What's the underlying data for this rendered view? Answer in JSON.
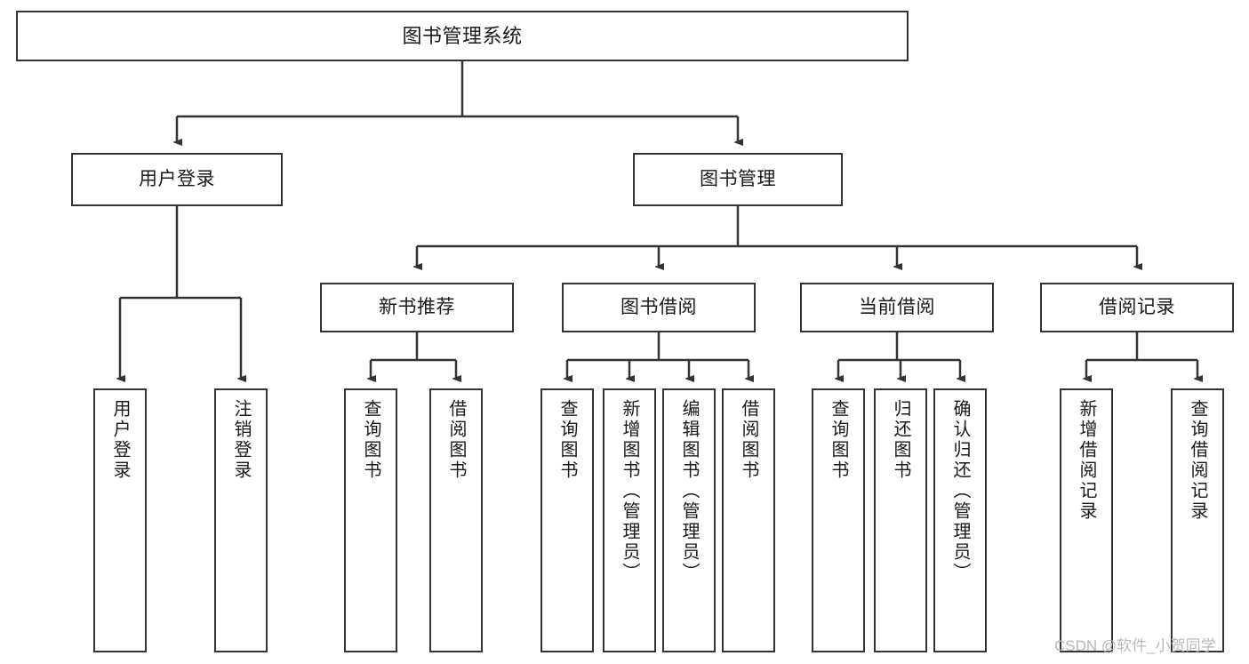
{
  "diagram": {
    "type": "tree",
    "title": "图书管理系统",
    "root": {
      "id": "root",
      "label": "图书管理系统"
    },
    "level2": [
      {
        "id": "user-login",
        "label": "用户登录"
      },
      {
        "id": "book-manage",
        "label": "图书管理"
      }
    ],
    "level3": [
      {
        "id": "new-book-recommend",
        "label": "新书推荐",
        "parent": "book-manage"
      },
      {
        "id": "book-borrow",
        "label": "图书借阅",
        "parent": "book-manage"
      },
      {
        "id": "current-borrow",
        "label": "当前借阅",
        "parent": "book-manage"
      },
      {
        "id": "borrow-record",
        "label": "借阅记录",
        "parent": "book-manage"
      }
    ],
    "leaves": [
      {
        "id": "leaf-user-login",
        "label": "用户登录",
        "parent": "user-login"
      },
      {
        "id": "leaf-logout-login",
        "label": "注销登录",
        "parent": "user-login"
      },
      {
        "id": "leaf-query-book-1",
        "label": "查询图书",
        "parent": "new-book-recommend"
      },
      {
        "id": "leaf-borrow-book-1",
        "label": "借阅图书",
        "parent": "new-book-recommend"
      },
      {
        "id": "leaf-query-book-2",
        "label": "查询图书",
        "parent": "book-borrow"
      },
      {
        "id": "leaf-add-book",
        "label": "新增图书（管理员）",
        "parent": "book-borrow"
      },
      {
        "id": "leaf-edit-book",
        "label": "编辑图书（管理员）",
        "parent": "book-borrow"
      },
      {
        "id": "leaf-borrow-book-2",
        "label": "借阅图书",
        "parent": "book-borrow"
      },
      {
        "id": "leaf-query-book-3",
        "label": "查询图书",
        "parent": "current-borrow"
      },
      {
        "id": "leaf-return-book",
        "label": "归还图书",
        "parent": "current-borrow"
      },
      {
        "id": "leaf-confirm-return",
        "label": "确认归还（管理员）",
        "parent": "current-borrow"
      },
      {
        "id": "leaf-add-record",
        "label": "新增借阅记录",
        "parent": "borrow-record"
      },
      {
        "id": "leaf-query-record",
        "label": "查询借阅记录",
        "parent": "borrow-record"
      }
    ],
    "watermark": "CSDN @软件_小贺同学",
    "colors": {
      "border": "#333333",
      "background": "#ffffff",
      "text": "#1a1a1a",
      "watermark": "#b9b9b9"
    }
  }
}
